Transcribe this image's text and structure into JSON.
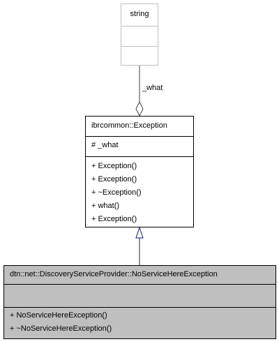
{
  "classes": {
    "string": {
      "name": "string",
      "attributes": [],
      "operations": []
    },
    "exception": {
      "name": "ibrcommon::Exception",
      "attributes": [
        "# _what"
      ],
      "operations": [
        "+ Exception()",
        "+ Exception()",
        "+ ~Exception()",
        "+ what()",
        "+ Exception()"
      ]
    },
    "derived": {
      "name": "dtn::net::DiscoveryServiceProvider::NoServiceHereException",
      "attributes": [],
      "operations": [
        "+ NoServiceHereException()",
        "+ ~NoServiceHereException()"
      ]
    }
  },
  "relations": {
    "aggregation_label": "_what"
  },
  "colors": {
    "string_border": "#bfbfbf",
    "box_border": "#000000",
    "derived_fill": "#bfbfbf",
    "aggregation_line": "#404040",
    "inheritance_line": "#191970"
  }
}
